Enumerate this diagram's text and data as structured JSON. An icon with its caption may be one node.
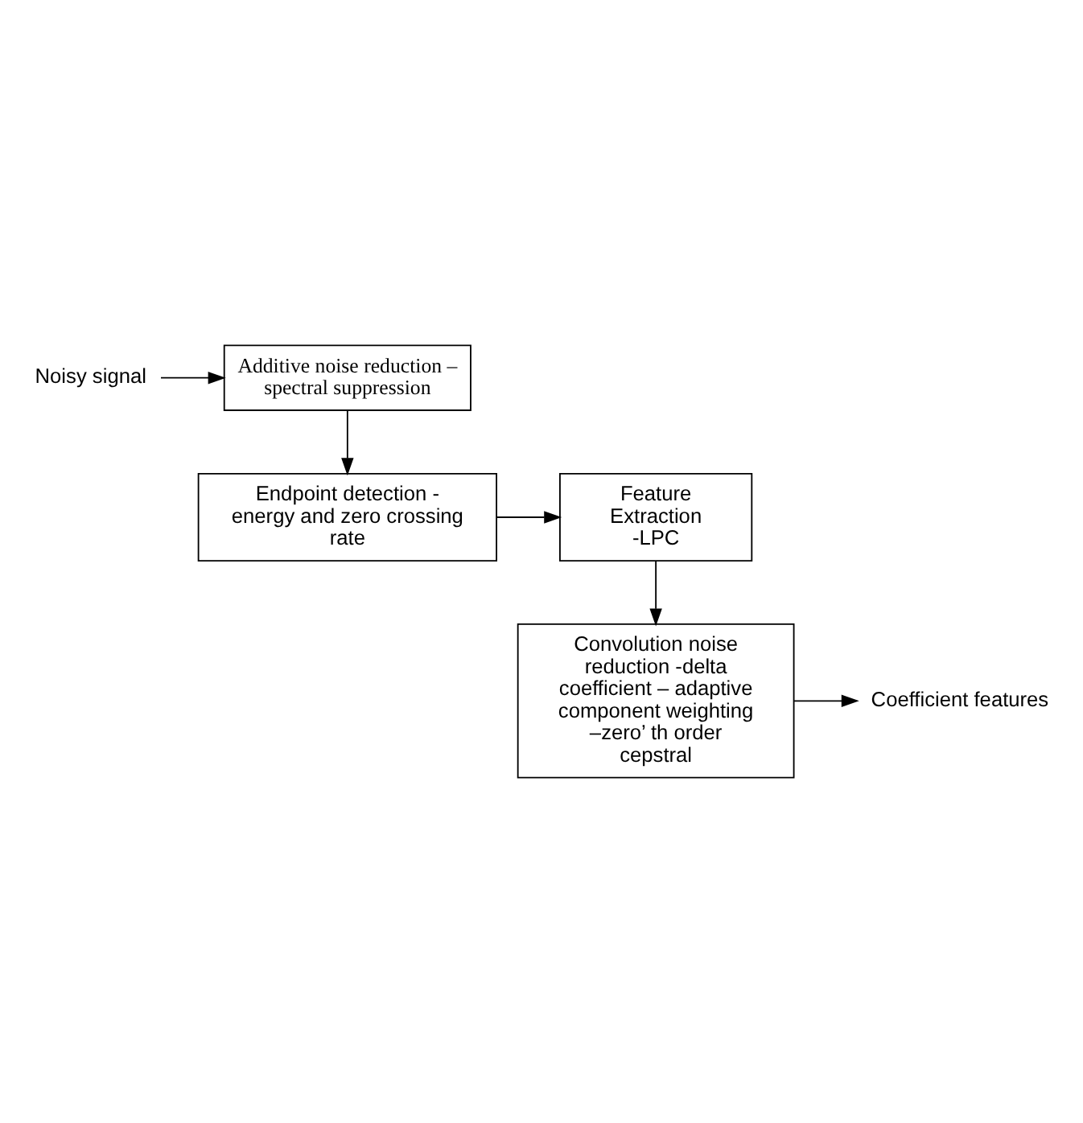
{
  "diagram": {
    "nodes": [
      {
        "text": [
          "Noisy signal"
        ]
      },
      {
        "text": [
          "Additive noise reduction – spectral suppression"
        ]
      },
      {
        "text": [
          "Endpoint detection - energy and zero crossing rate"
        ]
      },
      {
        "text": [
          "Feature Extraction -LPC"
        ]
      },
      {
        "text": [
          "Convolution noise reduction -delta coefficient – adaptive component weighting –zero’ th order cepstral"
        ]
      },
      {
        "text": [
          "Coefficient features"
        ]
      }
    ],
    "edges": [
      {
        "from": 0,
        "to": 1,
        "arrow": "to"
      },
      {
        "from": 1,
        "to": 2,
        "arrow": "to"
      },
      {
        "from": 2,
        "to": 3,
        "arrow": "to"
      },
      {
        "from": 3,
        "to": 4,
        "arrow": "to"
      },
      {
        "from": 4,
        "to": 5,
        "arrow": "to"
      }
    ]
  }
}
